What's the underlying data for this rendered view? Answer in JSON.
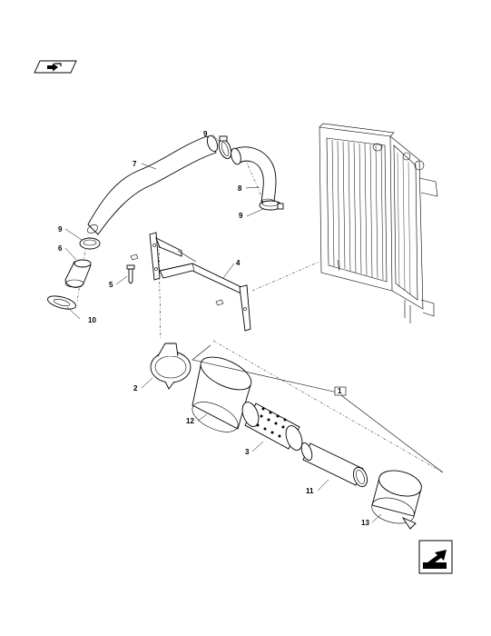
{
  "icons": {
    "top_nav": "previous-page-icon",
    "bottom_nav": "next-page-icon"
  },
  "callouts": {
    "c1": "1",
    "c2": "2",
    "c3": "3",
    "c4": "4",
    "c5": "5",
    "c6": "6",
    "c7": "7",
    "c8": "8",
    "c9a": "9",
    "c9b": "9",
    "c9c": "9",
    "c10": "10",
    "c11": "11",
    "c12": "12",
    "c13": "13"
  }
}
